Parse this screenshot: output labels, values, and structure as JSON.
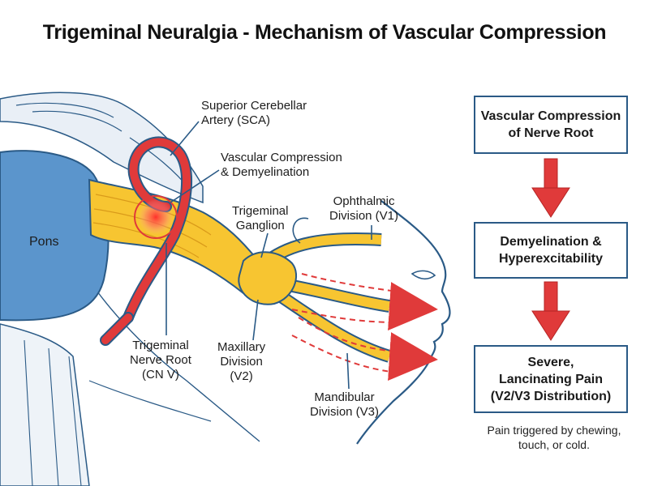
{
  "title": "Trigeminal Neuralgia - Mechanism of Vascular Compression",
  "labels": {
    "pons": "Pons",
    "sca_line1": "Superior Cerebellar",
    "sca_line2": "Artery (SCA)",
    "compression_line1": "Vascular Compression",
    "compression_line2": "& Demyelination",
    "ganglion_line1": "Trigeminal",
    "ganglion_line2": "Ganglion",
    "v1_line1": "Ophthalmic",
    "v1_line2": "Division (V1)",
    "root_line1": "Trigeminal",
    "root_line2": "Nerve Root",
    "root_line3": "(CN V)",
    "v2_line1": "Maxillary",
    "v2_line2": "Division",
    "v2_line3": "(V2)",
    "v3_line1": "Mandibular",
    "v3_line2": "Division (V3)"
  },
  "flow": {
    "box1_line1": "Vascular Compression",
    "box1_line2": "of Nerve Root",
    "box2_line1": "Demyelination &",
    "box2_line2": "Hyperexcitability",
    "box3_line1": "Severe,",
    "box3_line2": "Lancinating Pain",
    "box3_line3": "(V2/V3 Distribution)",
    "note_line1": "Pain triggered by chewing,",
    "note_line2": "touch, or cold."
  },
  "colors": {
    "brainstem": "#5b95cc",
    "nerve": "#f7c531",
    "artery": "#e03a3a",
    "outline": "#2a5a86",
    "flow_arrow": "#e03a3a"
  }
}
